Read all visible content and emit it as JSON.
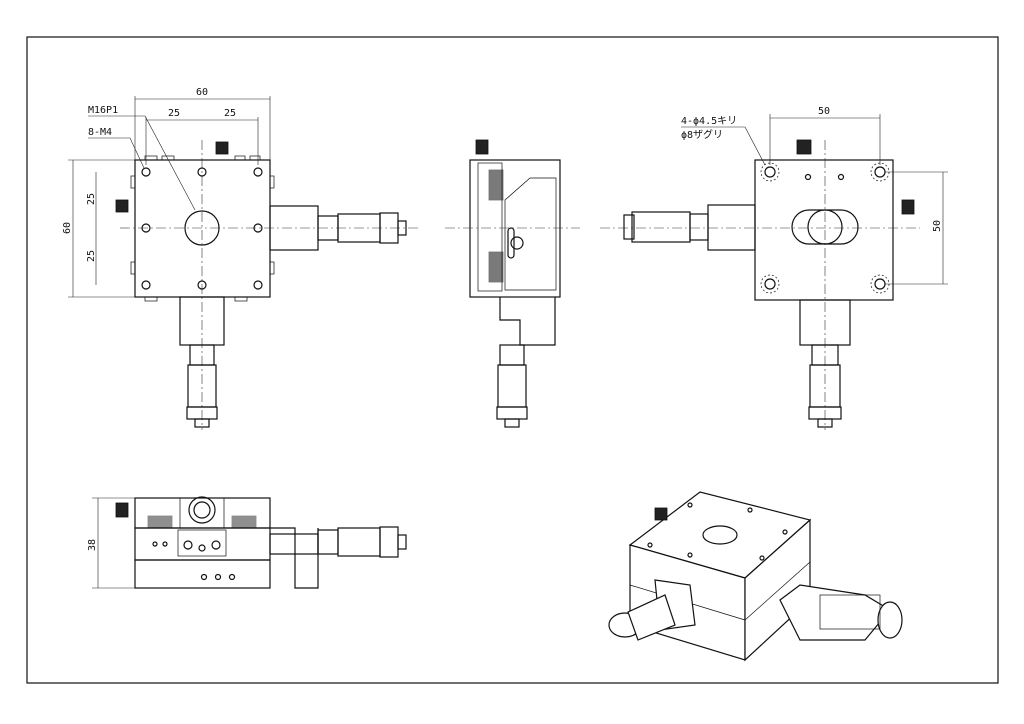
{
  "top_view": {
    "dim_width_total": "60",
    "dim_hole_spacing_left": "25",
    "dim_hole_spacing_right": "25",
    "dim_height_total": "60",
    "dim_hole_spacing_upper": "25",
    "dim_hole_spacing_lower": "25",
    "callout_center_thread": "M16P1",
    "callout_tapped_holes": "8-M4"
  },
  "rear_view": {
    "callout_mount_holes": "4-ϕ4.5キリ",
    "callout_counterbore": "ϕ8ザグリ",
    "dim_hole_spacing_x": "50",
    "dim_hole_spacing_y": "50"
  },
  "front_view": {
    "dim_height": "38"
  }
}
